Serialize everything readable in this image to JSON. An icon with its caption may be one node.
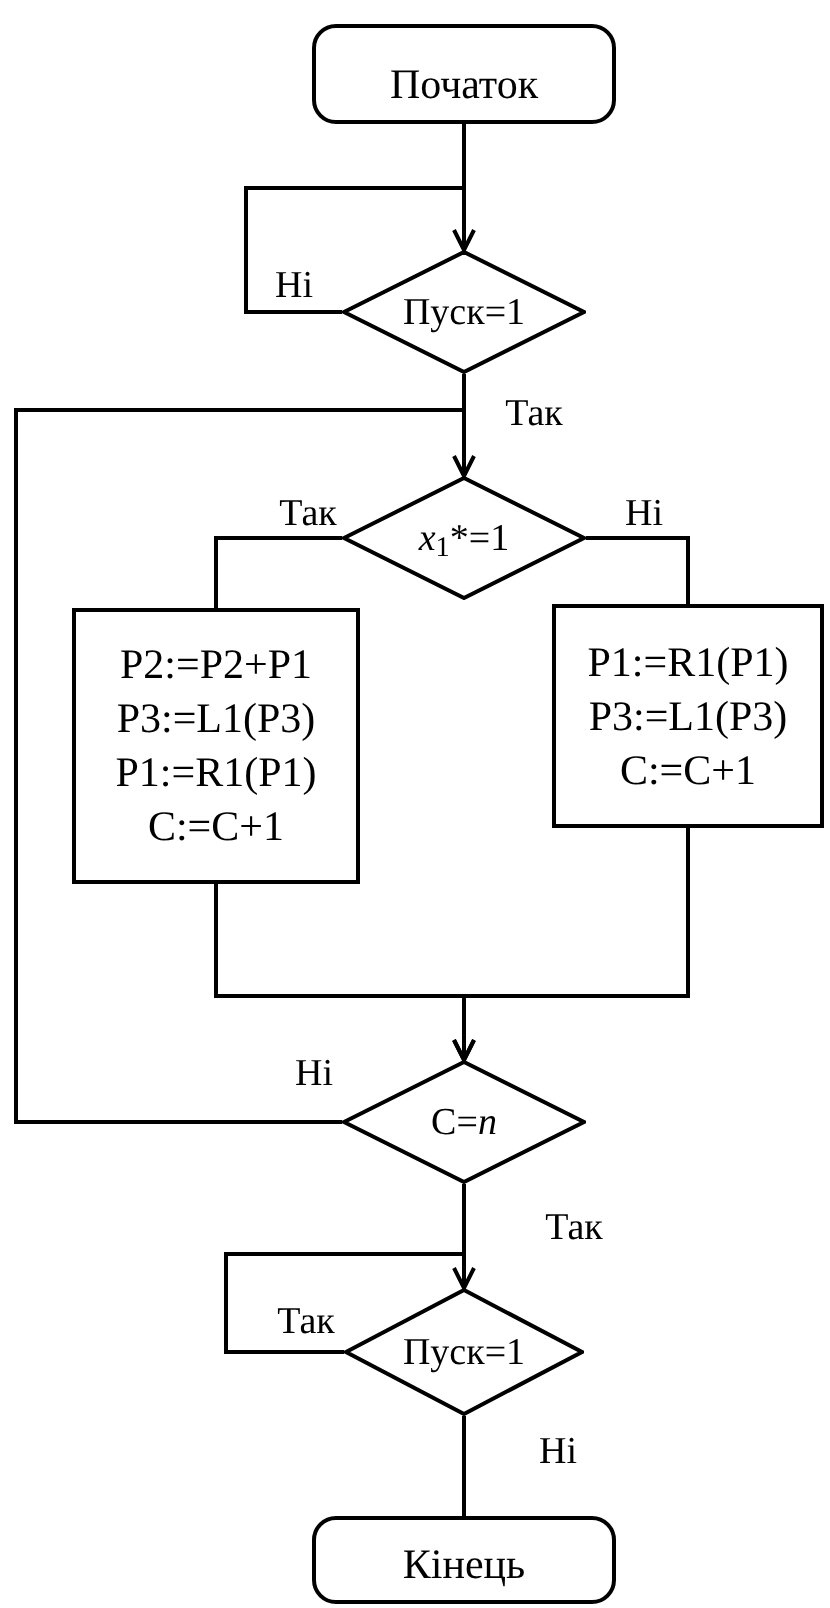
{
  "diagram": {
    "nodes": [
      {
        "text": [
          "Початок"
        ]
      },
      {
        "text": [
          "Пуск=1"
        ]
      },
      {
        "text": [
          "*x*$_{1}$*=1"
        ]
      },
      {
        "text": [
          "P2:=P2+P1",
          "P3:=L1(P3)",
          "P1:=R1(P1)",
          "C:=C+1"
        ]
      },
      {
        "text": [
          "P1:=R1(P1)",
          "P3:=L1(P3)",
          "C:=C+1"
        ]
      },
      {
        "text": [
          "C=*n*"
        ]
      },
      {
        "text": [
          "Пуск=1"
        ]
      },
      {
        "text": [
          "Кінець"
        ]
      }
    ],
    "edges": [
      {
        "from": 0,
        "to": 1,
        "arrow": "none"
      },
      {
        "from": 1,
        "to": 1,
        "arrow": "to",
        "label": "Ні"
      },
      {
        "from": 1,
        "to": 2,
        "arrow": "none",
        "label": "Так"
      },
      {
        "from": 2,
        "to": 3,
        "arrow": "none",
        "label": "Так"
      },
      {
        "from": 2,
        "to": 4,
        "arrow": "none",
        "label": "Ні"
      },
      {
        "from": 3,
        "to": 5,
        "arrow": "to"
      },
      {
        "from": 4,
        "to": 5,
        "arrow": "to"
      },
      {
        "from": 5,
        "to": 2,
        "arrow": "to",
        "label": "Ні"
      },
      {
        "from": 5,
        "to": 6,
        "arrow": "none",
        "label": "Так"
      },
      {
        "from": 6,
        "to": 6,
        "arrow": "to",
        "label": "Так"
      },
      {
        "from": 6,
        "to": 7,
        "arrow": "none",
        "label": "Ні"
      }
    ]
  }
}
